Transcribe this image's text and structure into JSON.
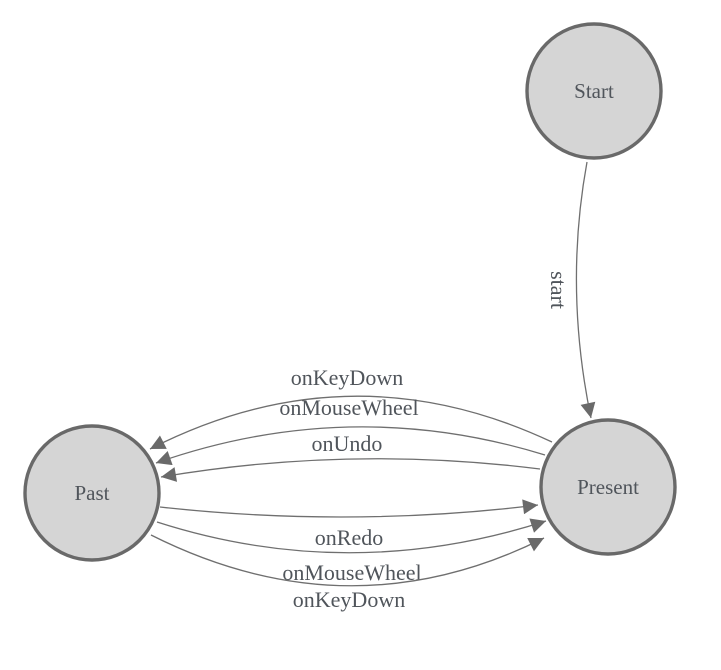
{
  "diagram": {
    "background": "#ffffff",
    "colors": {
      "node_fill": "#d5d5d5",
      "node_stroke": "#696969",
      "edge_line": "#6f6f6f",
      "arrowhead_fill": "#6a6a6a",
      "label_text": "#50555b"
    },
    "nodes": [
      {
        "id": "start",
        "label": "Start"
      },
      {
        "id": "present",
        "label": "Present"
      },
      {
        "id": "past",
        "label": "Past"
      }
    ],
    "edges": [
      {
        "id": "start-to-present",
        "from": "start",
        "to": "present",
        "label": "start"
      },
      {
        "id": "present-to-past-keydown",
        "from": "present",
        "to": "past",
        "label": "onKeyDown"
      },
      {
        "id": "present-to-past-mousewheel",
        "from": "present",
        "to": "past",
        "label": "onMouseWheel"
      },
      {
        "id": "present-to-past-undo",
        "from": "present",
        "to": "past",
        "label": "onUndo"
      },
      {
        "id": "past-to-present-redo",
        "from": "past",
        "to": "present",
        "label": "onRedo"
      },
      {
        "id": "past-to-present-mousewheel",
        "from": "past",
        "to": "present",
        "label": "onMouseWheel"
      },
      {
        "id": "past-to-present-keydown",
        "from": "past",
        "to": "present",
        "label": "onKeyDown"
      }
    ]
  }
}
